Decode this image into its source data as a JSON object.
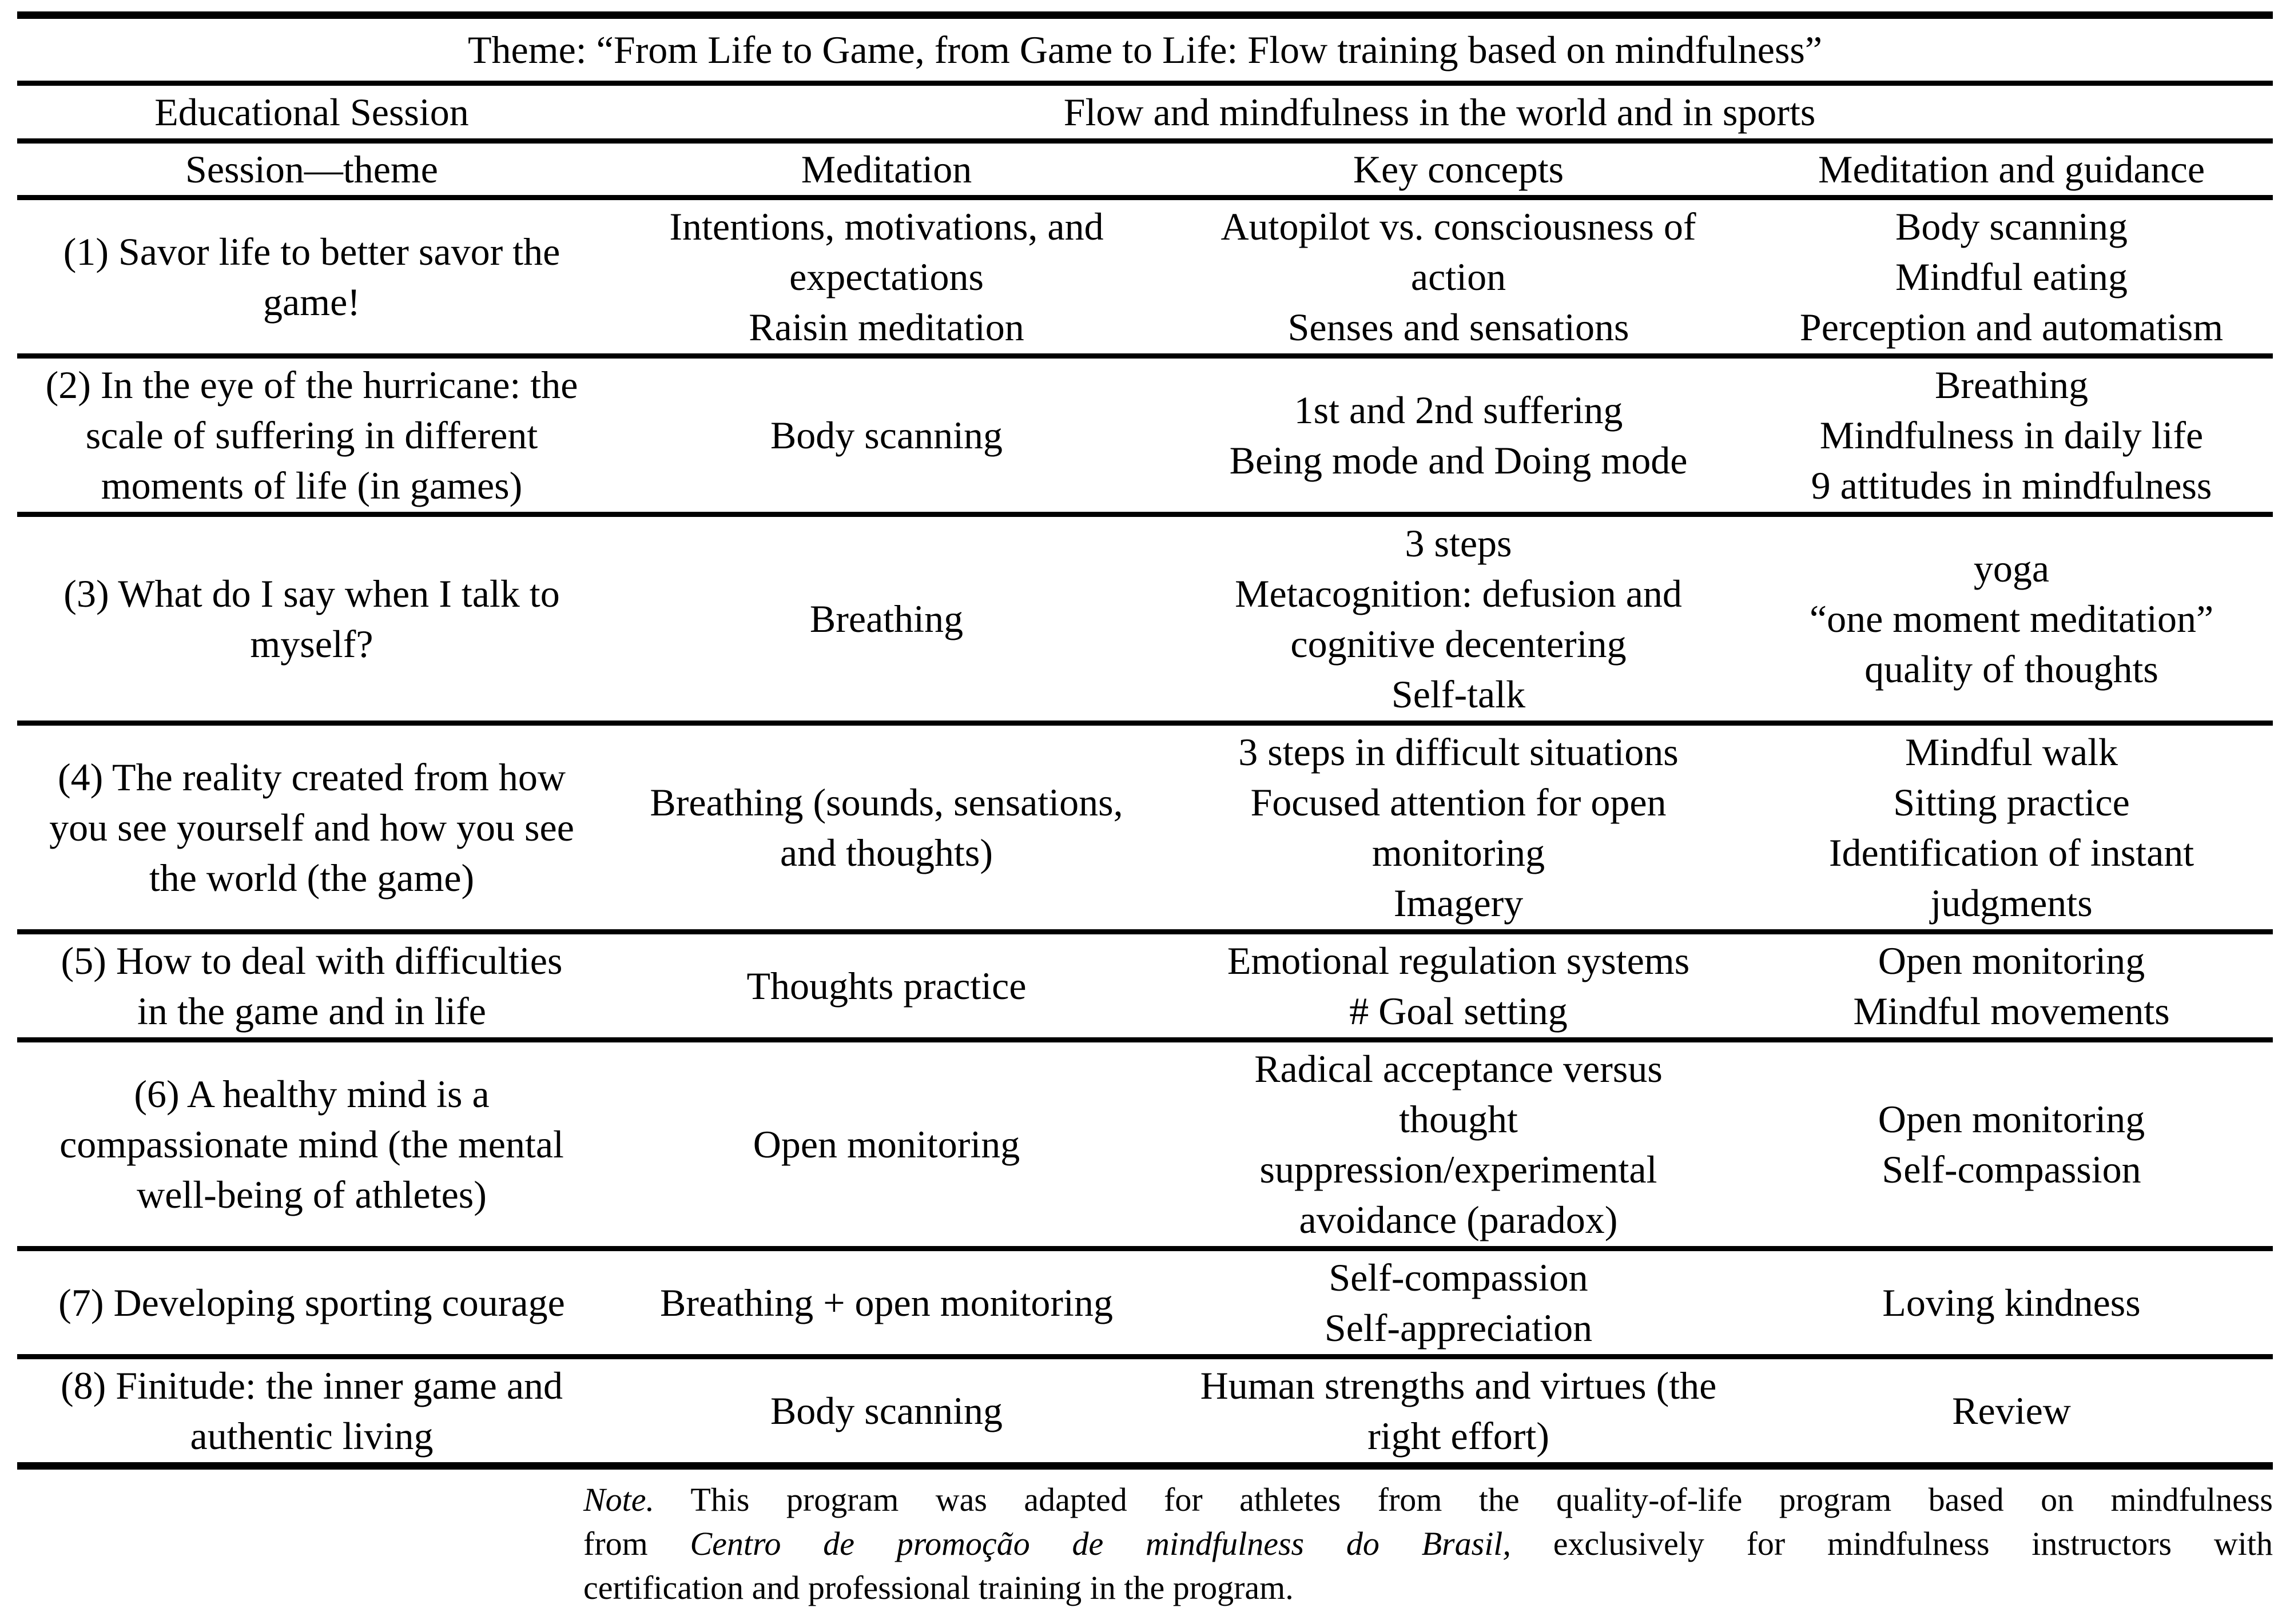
{
  "page": {
    "background": "#ffffff",
    "text_color": "#000000",
    "rule_color": "#000000"
  },
  "table": {
    "theme_header": "Theme: “From Life to Game, from Game to Life: Flow training based on mindfulness”",
    "group_headers": {
      "educational_session": "Educational Session",
      "flow_mindfulness": "Flow and mindfulness in the world and in sports"
    },
    "column_headers": [
      "Session—theme",
      "Meditation",
      "Key concepts",
      "Meditation and guidance"
    ],
    "rows": [
      {
        "session_theme": [
          "(1) Savor life to better savor the",
          "game!"
        ],
        "meditation": [
          "Intentions, motivations, and",
          "expectations",
          "Raisin meditation"
        ],
        "key_concepts": [
          "Autopilot vs. consciousness of",
          "action",
          "Senses and sensations"
        ],
        "meditation_guidance": [
          "Body scanning",
          "Mindful eating",
          "Perception and automatism"
        ]
      },
      {
        "session_theme": [
          "(2) In the eye of the hurricane: the",
          "scale of suffering in different",
          "moments of life (in games)"
        ],
        "meditation": [
          "Body scanning"
        ],
        "key_concepts": [
          "1st and 2nd suffering",
          "Being mode and Doing mode"
        ],
        "meditation_guidance": [
          "Breathing",
          "Mindfulness in daily life",
          "9 attitudes in mindfulness"
        ]
      },
      {
        "session_theme": [
          "(3) What do I say when I talk to",
          "myself?"
        ],
        "meditation": [
          "Breathing"
        ],
        "key_concepts": [
          "3 steps",
          "Metacognition: defusion and",
          "cognitive decentering",
          "Self-talk"
        ],
        "meditation_guidance": [
          "yoga",
          "“one moment meditation”",
          "quality of thoughts"
        ]
      },
      {
        "session_theme": [
          "(4) The reality created from how",
          "you see yourself and how you see",
          "the world (the game)"
        ],
        "meditation": [
          "Breathing (sounds, sensations,",
          "and thoughts)"
        ],
        "key_concepts": [
          "3 steps in difficult situations",
          "Focused attention for open",
          "monitoring",
          "Imagery"
        ],
        "meditation_guidance": [
          "Mindful walk",
          "Sitting practice",
          "Identification of instant",
          "judgments"
        ]
      },
      {
        "session_theme": [
          "(5) How to deal with difficulties",
          "in the game and in life"
        ],
        "meditation": [
          "Thoughts practice"
        ],
        "key_concepts": [
          "Emotional regulation systems",
          "# Goal setting"
        ],
        "meditation_guidance": [
          "Open monitoring",
          "Mindful movements"
        ]
      },
      {
        "session_theme": [
          "(6) A healthy mind is a",
          "compassionate mind (the mental",
          "well-being of athletes)"
        ],
        "meditation": [
          "Open monitoring"
        ],
        "key_concepts": [
          "Radical acceptance versus",
          "thought",
          "suppression/experimental",
          "avoidance (paradox)"
        ],
        "meditation_guidance": [
          "Open monitoring",
          "Self-compassion"
        ]
      },
      {
        "session_theme": [
          "(7) Developing sporting courage"
        ],
        "meditation": [
          "Breathing + open monitoring"
        ],
        "key_concepts": [
          "Self-compassion",
          "Self-appreciation"
        ],
        "meditation_guidance": [
          "Loving kindness"
        ]
      },
      {
        "session_theme": [
          "(8) Finitude: the inner game and",
          "authentic living"
        ],
        "meditation": [
          "Body scanning"
        ],
        "key_concepts": [
          "Human strengths and virtues (the",
          "right effort)"
        ],
        "meditation_guidance": [
          "Review"
        ]
      }
    ]
  },
  "note": {
    "line1_italic": "Note.",
    "line1_rest": " This program was adapted for athletes from the quality-of-life program based on mindfulness",
    "line2_pre": "from ",
    "line2_italic": "Centro de promoção de mindfulness do Brasil,",
    "line2_post": " exclusively for mindfulness instructors with",
    "line3": "certification and professional training in the program."
  }
}
